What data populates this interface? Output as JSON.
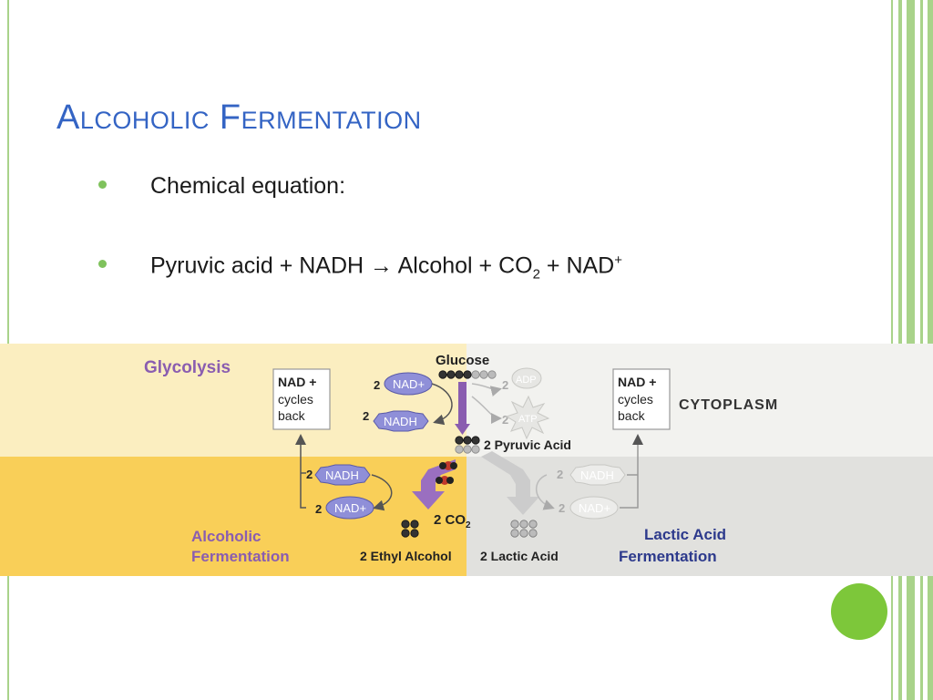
{
  "slide": {
    "title": "Alcoholic Fermentation",
    "bullets": [
      {
        "text": "Chemical equation:"
      },
      {
        "pre": "Pyruvic acid + NADH ",
        "arrow": "→",
        "mid": " Alcohol + CO",
        "sub": "2",
        "mid2": " + NAD",
        "sup": "+"
      }
    ]
  },
  "diagram": {
    "glycolysis": "Glycolysis",
    "glucose": "Glucose",
    "cytoplasm": "CYTOPLASM",
    "pyruvic": "2 Pyruvic Acid",
    "co2": "2 CO",
    "co2_sub": "2",
    "ethyl": "2 Ethyl Alcohol",
    "lactic": "2 Lactic Acid",
    "alc_ferm_1": "Alcoholic",
    "alc_ferm_2": "Fermentation",
    "lac_ferm_1": "Lactic Acid",
    "lac_ferm_2": "Fermentation",
    "nad_box": [
      "NAD +",
      "cycles",
      "back"
    ],
    "nad": "NAD+",
    "nadh": "NADH",
    "adp": "ADP",
    "atp": "ATP",
    "two": "2"
  },
  "colors": {
    "title": "#3464c4",
    "accent_green": "#7dc73a",
    "border_green": "#a9d38a",
    "purple": "#8a5db0",
    "navy": "#2d3a8c",
    "cream": "#fbeec0",
    "yellow": "#f9cf58"
  }
}
